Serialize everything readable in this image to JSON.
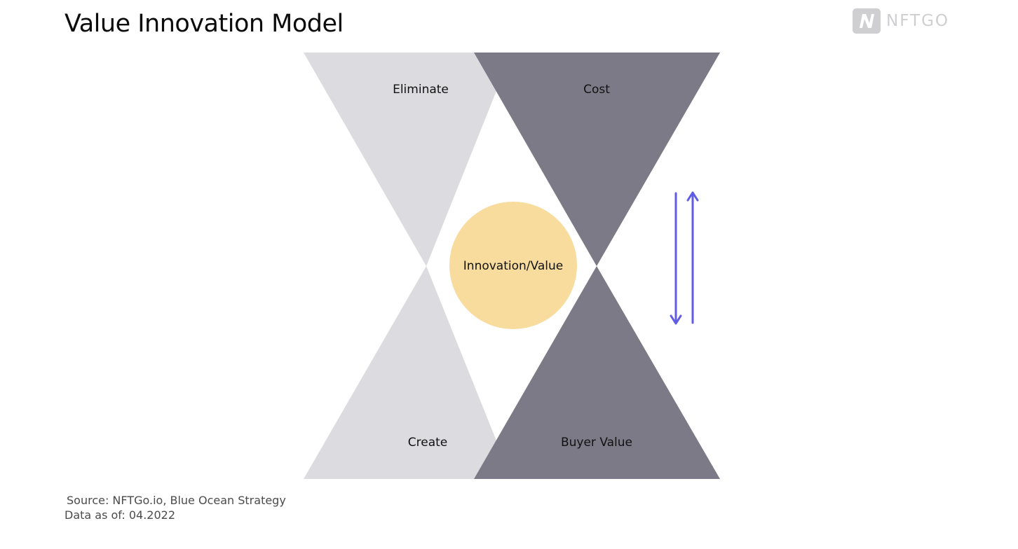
{
  "title": "Value Innovation Model",
  "logo": {
    "text": "NFTGO",
    "mark_color": "#cfcfd2"
  },
  "diagram": {
    "quadrants": {
      "top_left": "Eliminate",
      "top_right": "Cost",
      "bottom_left": "Create",
      "bottom_right": "Buyer Value"
    },
    "center": "Innovation/Value",
    "arrows": [
      "arrow-down-icon",
      "arrow-up-icon"
    ],
    "colors": {
      "light_triangle": "#dcdbe0",
      "dark_triangle": "#7b7a86",
      "center_circle": "#f7dc9d",
      "arrows": "#5f5ce6"
    }
  },
  "footer": {
    "source": "Source: NFTGo.io, Blue Ocean Strategy",
    "data_as_of": "Data as of: 04.2022"
  }
}
